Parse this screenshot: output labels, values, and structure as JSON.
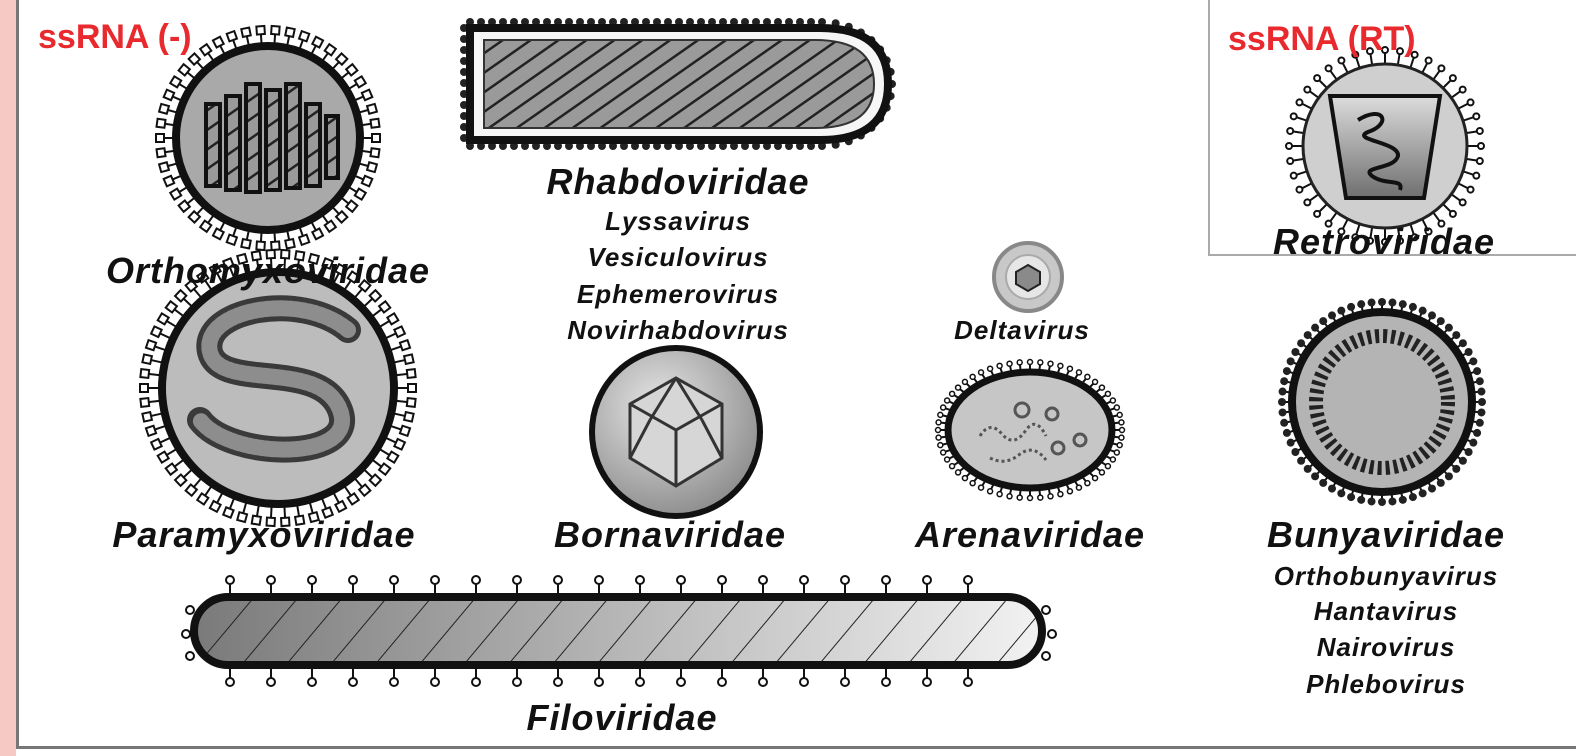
{
  "groups": {
    "ssrna_neg": "ssRNA (-)",
    "ssrna_rt": "ssRNA (RT)"
  },
  "families": {
    "orthomyxoviridae": "Orthomyxoviridae",
    "rhabdoviridae": "Rhabdoviridae",
    "retroviridae": "Retroviridae",
    "deltavirus": "Deltavirus",
    "paramyxoviridae": "Paramyxoviridae",
    "bornaviridae": "Bornaviridae",
    "arenaviridae": "Arenaviridae",
    "bunyaviridae": "Bunyaviridae",
    "filoviridae": "Filoviridae"
  },
  "genera": {
    "rhabdoviridae": [
      "Lyssavirus",
      "Vesiculovirus",
      "Ephemerovirus",
      "Novirhabdovirus"
    ],
    "bunyaviridae": [
      "Orthobunyavirus",
      "Hantavirus",
      "Nairovirus",
      "Phlebovirus"
    ]
  },
  "colors": {
    "group_label": "#e8292e",
    "sidebar": "#f7c9c4",
    "virion_fill": "#bcbcbc",
    "outline": "#1a1a1a"
  }
}
